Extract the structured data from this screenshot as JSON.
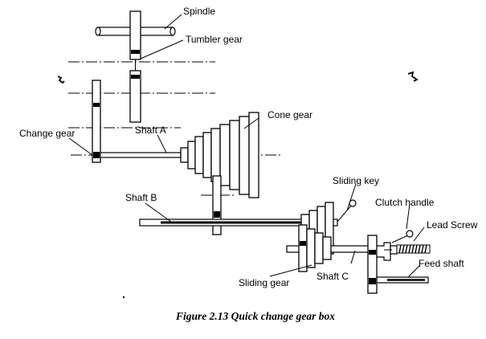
{
  "labels": {
    "spindle": "Spindle",
    "tumbler_gear": "Tumbler gear",
    "cone_gear": "Cone gear",
    "change_gear": "Change gear",
    "shaft_a": "Shaft A",
    "shaft_b": "Shaft B",
    "sliding_key": "Sliding key",
    "clutch_handle": "Clutch handle",
    "lead_screw": "Lead Screw",
    "feed_shaft": "Feed shaft",
    "sliding_gear": "Sliding gear",
    "shaft_c": "Shaft C"
  },
  "caption": "Figure 2.13 Quick change gear box"
}
